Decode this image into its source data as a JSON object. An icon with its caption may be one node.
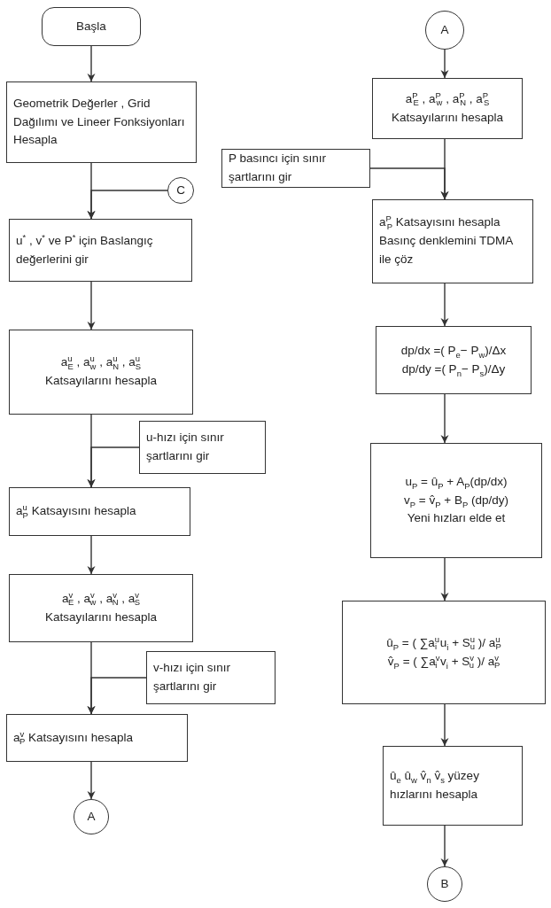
{
  "diagram": {
    "nodes": [
      {
        "text": [
          "Başla"
        ]
      },
      {
        "text": [
          "Geometrik Değerler , Grid Dağılımı ve Lineer Fonksiyonları Hesapla"
        ]
      },
      {
        "text": [
          "C"
        ]
      },
      {
        "text": [
          "u$^{*}$ , v$^{*}$ ve P$^{*}$ için Baslangıç değerlerini gir"
        ]
      },
      {
        "text": [
          "a$^{u}$$_{E}$ , a$^{u}$$_{w}$ , a$^{u}$$_{N}$ , a$^{u}$$_{S}$",
          "Katsayılarını hesapla"
        ]
      },
      {
        "text": [
          "u-hızı için sınır şartlarını gir"
        ]
      },
      {
        "text": [
          "a$^{u}$$_{P}$ Katsayısını hesapla"
        ]
      },
      {
        "text": [
          "a$^{v}$$_{E}$ , a$^{v}$$_{w}$ , a$^{v}$$_{N}$ , a$^{v}$$_{S}$",
          "Katsayılarını hesapla"
        ]
      },
      {
        "text": [
          "v-hızı için sınır şartlarını gir"
        ]
      },
      {
        "text": [
          "a$^{v}$$_{P}$ Katsayısını hesapla"
        ]
      },
      {
        "text": [
          "A"
        ]
      },
      {
        "text": [
          "A"
        ]
      },
      {
        "text": [
          "a$^{P}$$_{E}$ , a$^{P}$$_{w}$ , a$^{P}$$_{N}$ , a$^{P}$$_{S}$",
          "Katsayılarını hesapla"
        ]
      },
      {
        "text": [
          "P basıncı için sınır şartlarını gir"
        ]
      },
      {
        "text": [
          "a$^{P}$$_{P}$ Katsayısını hesapla",
          "Basınç denklemini TDMA ile çöz"
        ]
      },
      {
        "text": [
          "dp/dx =( P$_{e}$− P$_{w}$)/Δx",
          "dp/dy =( P$_{n}$− P$_{s}$)/Δy"
        ]
      },
      {
        "text": [
          "u$_{P}$ = û$_{P}$ + A$_{P}$(dp/dx)",
          "v$_{P}$ = v̂$_{P}$ + B$_{P}$ (dp/dy)",
          "Yeni hızları elde et"
        ]
      },
      {
        "text": [
          "û$_{P}$ = ( ∑a$^{u}$$_{i}$ u$_{i}$ + S$^{u}$$_{u}$ )/ a$^{u}$$_{P}$",
          "v̂$_{P}$ = ( ∑a$^{v}$$_{i}$ v$_{i}$ + S$^{v}$$_{u}$ )/ a$^{v}$$_{P}$"
        ]
      },
      {
        "text": [
          "û$_{e}$ û$_{w}$ v̂$_{n}$ v̂$_{s}$ yüzey hızlarını hesapla"
        ]
      },
      {
        "text": [
          "B"
        ]
      }
    ],
    "edges": [
      {
        "from": 0,
        "to": 1,
        "arrow": "to"
      },
      {
        "from": 1,
        "to": 3,
        "arrow": "to"
      },
      {
        "from": 2,
        "to": 3,
        "arrow": "to"
      },
      {
        "from": 3,
        "to": 4,
        "arrow": "to"
      },
      {
        "from": 4,
        "to": 6,
        "arrow": "to"
      },
      {
        "from": 5,
        "to": 6,
        "arrow": "to"
      },
      {
        "from": 6,
        "to": 7,
        "arrow": "to"
      },
      {
        "from": 7,
        "to": 9,
        "arrow": "to"
      },
      {
        "from": 8,
        "to": 9,
        "arrow": "to"
      },
      {
        "from": 9,
        "to": 10,
        "arrow": "to"
      },
      {
        "from": 11,
        "to": 12,
        "arrow": "to"
      },
      {
        "from": 12,
        "to": 14,
        "arrow": "to"
      },
      {
        "from": 13,
        "to": 14,
        "arrow": "to"
      },
      {
        "from": 14,
        "to": 15,
        "arrow": "to"
      },
      {
        "from": 15,
        "to": 16,
        "arrow": "to"
      },
      {
        "from": 16,
        "to": 17,
        "arrow": "to"
      },
      {
        "from": 17,
        "to": 18,
        "arrow": "to"
      },
      {
        "from": 18,
        "to": 19,
        "arrow": "to"
      }
    ]
  }
}
